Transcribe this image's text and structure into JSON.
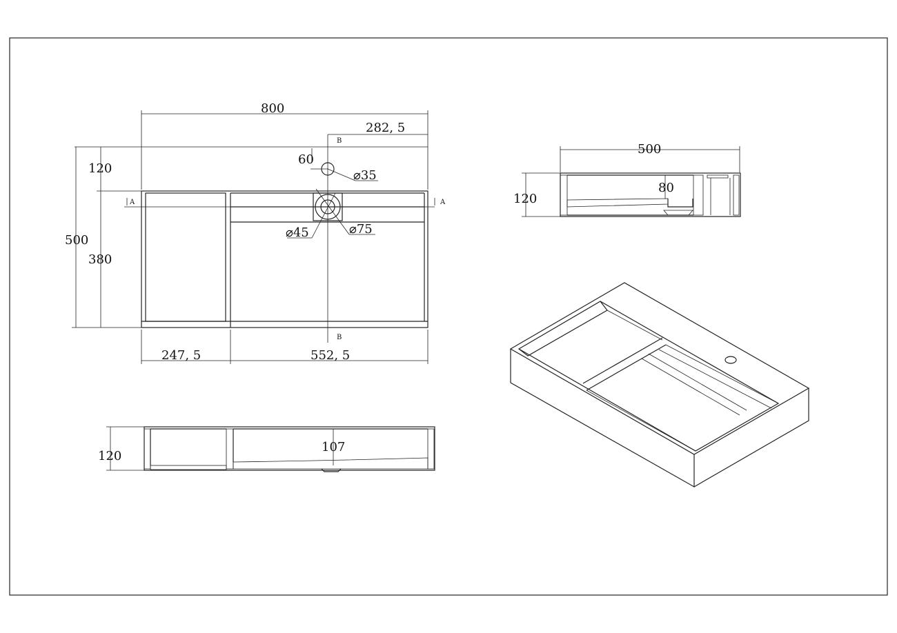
{
  "top_view": {
    "dims": {
      "width": "800",
      "right_offset": "282, 5",
      "depth_total": "500",
      "depth_top": "120",
      "depth_basin": "380",
      "hole_offset": "60",
      "tap_hole": "⌀35",
      "drain_inner": "⌀45",
      "drain_outer": "⌀75",
      "left_width": "247, 5",
      "right_width": "552, 5"
    },
    "section_a": "A",
    "section_b": "B"
  },
  "side_view": {
    "dims": {
      "width": "500",
      "height": "120",
      "depth": "80"
    }
  },
  "front_view": {
    "dims": {
      "height": "120",
      "depth": "107"
    }
  }
}
